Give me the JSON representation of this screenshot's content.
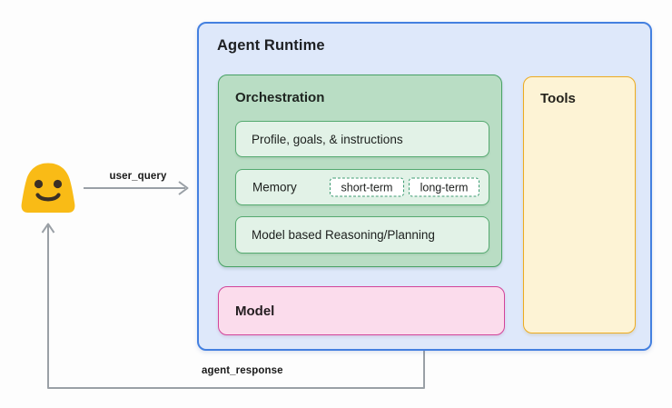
{
  "diagram": {
    "runtime": {
      "title": "Agent Runtime"
    },
    "orchestration": {
      "title": "Orchestration",
      "items": [
        {
          "label": "Profile, goals, & instructions"
        },
        {
          "label": "Memory",
          "chips": [
            {
              "label": "short-term"
            },
            {
              "label": "long-term"
            }
          ]
        },
        {
          "label": "Model based Reasoning/Planning"
        }
      ]
    },
    "model": {
      "title": "Model"
    },
    "tools": {
      "title": "Tools"
    },
    "user": {
      "icon": "smiley-blob-icon"
    },
    "arrows": [
      {
        "label": "user_query",
        "from": "user",
        "to": "agent-runtime"
      },
      {
        "label": "agent_response",
        "from": "agent-runtime",
        "to": "user"
      }
    ]
  },
  "colors": {
    "runtime_fill": "#dee8fa",
    "runtime_border": "#4480e0",
    "orchestration_fill": "#b9ddc4",
    "orchestration_border": "#47a164",
    "item_fill": "#e2f2e7",
    "item_border": "#55aa70",
    "chip_fill": "#ffffff",
    "chip_border": "#3d9c72",
    "model_fill": "#fbdcec",
    "model_border": "#d2449a",
    "tools_fill": "#fdf3d5",
    "tools_border": "#edac20",
    "user_blob": "#f9bb16",
    "user_features": "#3b3026",
    "arrow": "#9aa0a6",
    "text": "#1f2125"
  }
}
